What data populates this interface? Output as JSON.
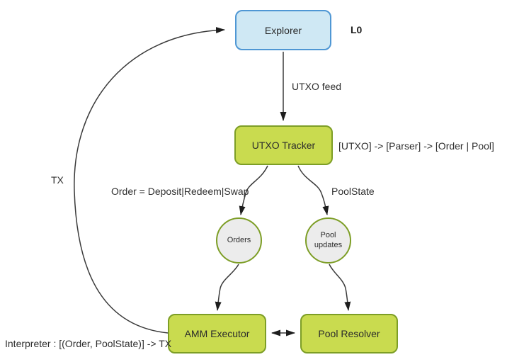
{
  "diagram": {
    "title": "UTXO AMM dataflow diagram",
    "nodes": {
      "explorer": {
        "label": "Explorer",
        "shape": "rounded-rect",
        "fill": "#cfe8f4",
        "border": "#4f97d4"
      },
      "utxo_tracker": {
        "label": "UTXO Tracker",
        "shape": "rounded-rect",
        "fill": "#c9db4f",
        "border": "#7d9e26"
      },
      "orders": {
        "label": "Orders",
        "shape": "circle",
        "fill": "#ececec",
        "border": "#7d9e26"
      },
      "pool_updates": {
        "label": "Pool updates",
        "shape": "circle",
        "fill": "#ececec",
        "border": "#7d9e26"
      },
      "amm_executor": {
        "label": "AMM Executor",
        "shape": "rounded-rect",
        "fill": "#c9db4f",
        "border": "#7d9e26"
      },
      "pool_resolver": {
        "label": "Pool Resolver",
        "shape": "rounded-rect",
        "fill": "#c9db4f",
        "border": "#7d9e26"
      }
    },
    "annotations": {
      "l0": "L0",
      "utxo_feed": "UTXO feed",
      "parser_pipeline": "[UTXO] -> [Parser] -> [Order | Pool]",
      "order_types": "Order = Deposit|Redeem|Swap",
      "pool_state": "PoolState",
      "tx": "TX",
      "interpreter": "Interpreter : [(Order, PoolState)] -> TX"
    },
    "edges": [
      {
        "from": "explorer",
        "to": "utxo_tracker",
        "label": "UTXO feed",
        "style": "straight-down"
      },
      {
        "from": "utxo_tracker",
        "to": "orders",
        "label": "Order = Deposit|Redeem|Swap",
        "style": "curved"
      },
      {
        "from": "utxo_tracker",
        "to": "pool_updates",
        "label": "PoolState",
        "style": "curved"
      },
      {
        "from": "orders",
        "to": "amm_executor",
        "label": "",
        "style": "curved"
      },
      {
        "from": "pool_updates",
        "to": "pool_resolver",
        "label": "",
        "style": "curved"
      },
      {
        "from": "amm_executor",
        "to": "pool_resolver",
        "label": "",
        "style": "double-headed"
      },
      {
        "from": "amm_executor",
        "to": "explorer",
        "label": "TX",
        "style": "large-curve-left"
      }
    ],
    "colors": {
      "arrow": "#3a3a3a",
      "arrowhead": "#1d1d1d",
      "text": "#2f2f2f",
      "background": "#ffffff"
    }
  }
}
